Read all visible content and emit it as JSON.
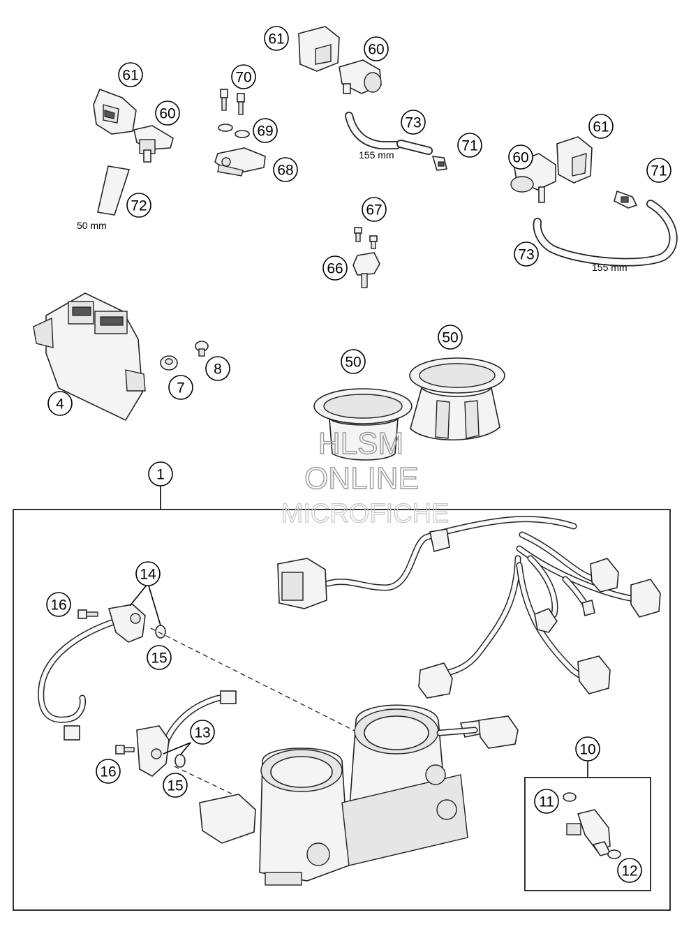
{
  "callouts": {
    "c61a": "61",
    "c60a": "60",
    "c70": "70",
    "c69": "69",
    "c68": "68",
    "c61b": "61",
    "c60b": "60",
    "c72": "72",
    "c73a": "73",
    "c71a": "71",
    "c61c": "61",
    "c60c": "60",
    "c71b": "71",
    "c73b": "73",
    "c67": "67",
    "c66": "66",
    "c4": "4",
    "c7": "7",
    "c8": "8",
    "c50a": "50",
    "c50b": "50",
    "c1": "1",
    "c14": "14",
    "c16a": "16",
    "c15a": "15",
    "c13": "13",
    "c16b": "16",
    "c15b": "15",
    "c10": "10",
    "c11": "11",
    "c12": "12"
  },
  "dimensions": {
    "hose_50": "50 mm",
    "hose_155_top": "155 mm",
    "hose_155_right": "155 mm"
  },
  "watermark": {
    "line1": "HLSM",
    "line2": "ONLINE",
    "line3": "MICROFICHE"
  }
}
